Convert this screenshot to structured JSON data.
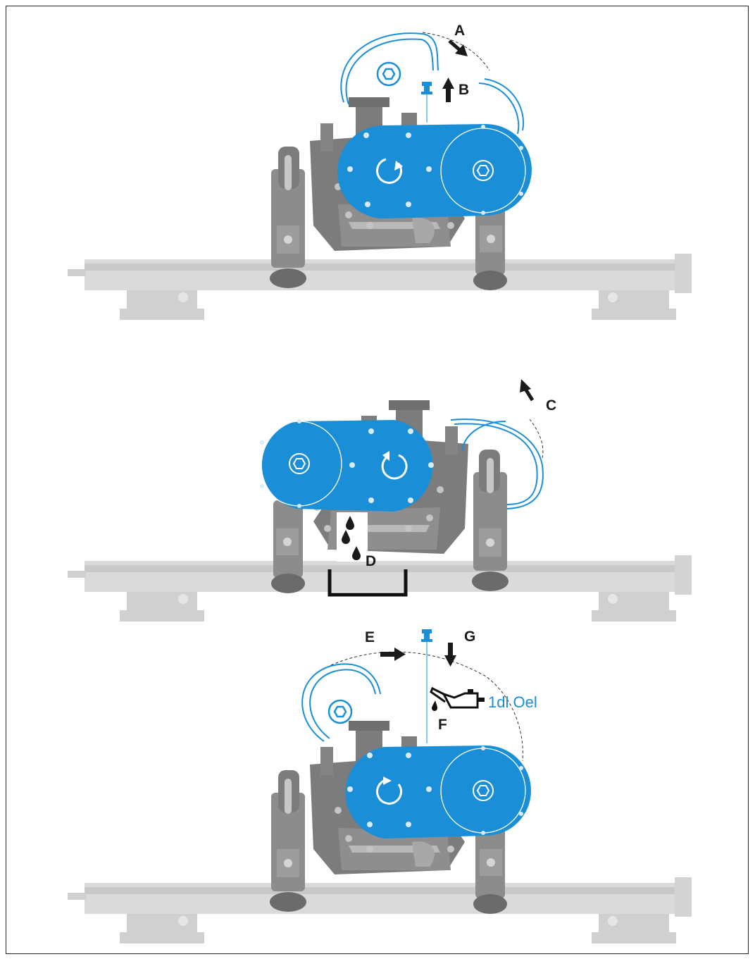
{
  "labels": {
    "a": "A",
    "b": "B",
    "c": "C",
    "d": "D",
    "e": "E",
    "f": "F",
    "g": "G"
  },
  "oil_text": "1dl Oel",
  "colors": {
    "cover_blue": "#1a8fd8",
    "machine_gray": "#8a8a8a",
    "rail_gray": "#d6d6d6",
    "arrow_dark": "#1a1a1a"
  },
  "icons": {
    "rotation": "rotation-arrow-icon",
    "oil_can": "oil-can-icon",
    "drops": "oil-drops-icon",
    "drip_tray": "drip-tray-icon",
    "dipstick": "oil-dipstick-icon",
    "nut": "hex-nut-icon"
  }
}
